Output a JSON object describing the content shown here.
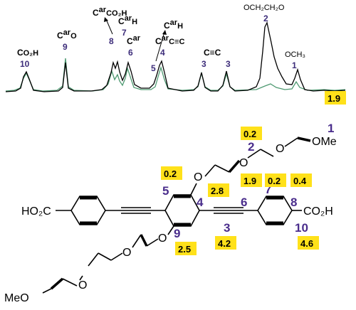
{
  "spectrum": {
    "peaks": [
      {
        "id": "p10",
        "label_main": "C",
        "label_rest": "O₂H",
        "number": "10"
      },
      {
        "id": "p9",
        "label_main": "C",
        "label_sup": "ar",
        "label_rest": "O",
        "number": "9"
      },
      {
        "id": "p8",
        "label_main": "C",
        "label_sup": "ar",
        "label_rest": "CO₂H",
        "number": "8"
      },
      {
        "id": "p7",
        "label_main": "C",
        "label_sup": "ar",
        "label_rest": "H",
        "number": "7"
      },
      {
        "id": "p6",
        "label_main": "C",
        "label_sup": "ar",
        "label_rest": "",
        "number": "6"
      },
      {
        "id": "p5",
        "label_main": "C",
        "label_sup": "ar",
        "label_rest": "H",
        "number": "5"
      },
      {
        "id": "p4",
        "label_main": "C",
        "label_sup": "ar",
        "label_rest": "C≡C",
        "number": "4"
      },
      {
        "id": "p3a",
        "label_main": "C≡C",
        "number": "3"
      },
      {
        "id": "p3b",
        "number": "3"
      },
      {
        "id": "p2",
        "label_main": "OCH₂CH₂O",
        "number": "2"
      },
      {
        "id": "p1",
        "label_main": "OCH₃",
        "number": "1"
      }
    ],
    "colors": {
      "trace_black": "#000000",
      "trace_green": "#4f9a72"
    }
  },
  "molecule": {
    "atoms": {
      "ho2c": "HO₂C",
      "co2h": "CO₂H",
      "o_top": "O",
      "o_bottom": "O",
      "o_chain_top": "O",
      "o_chain_top2": "O",
      "ome": "OMe",
      "o_chain_bot": "O",
      "o_chain_bot2": "O",
      "meo": "MeO"
    },
    "positions": {
      "p1": "1",
      "p2": "2",
      "p3": "3",
      "p4": "4",
      "p5": "5",
      "p6": "6",
      "p7": "7",
      "p8": "8",
      "p9": "9",
      "p10": "10"
    },
    "values": {
      "v1": "1.9",
      "v2": "0.2",
      "v3_top": "0.2",
      "v5": "0.2",
      "v4_chain": "2.8",
      "v6": "1.9",
      "v8": "0.4",
      "v9": "2.5",
      "v3": "4.2",
      "v10": "4.6"
    },
    "colors": {
      "highlight": "#ffe11a",
      "number": "#4a2d8c"
    }
  }
}
